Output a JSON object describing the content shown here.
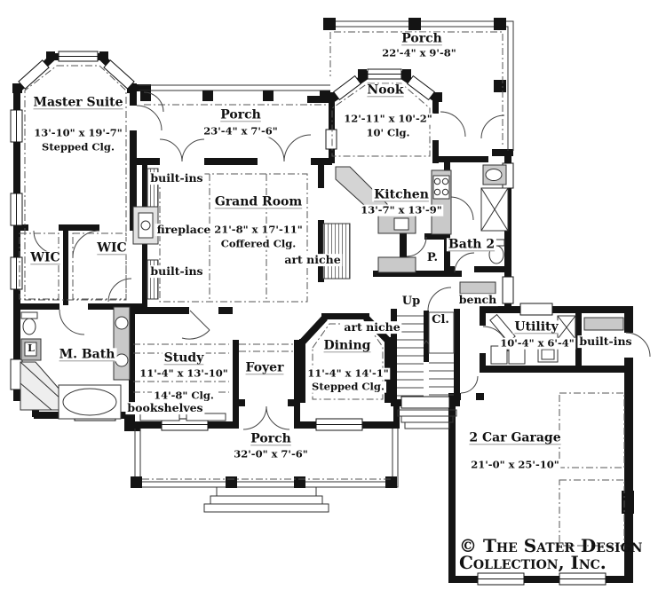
{
  "plan": {
    "title": "Single family house first-floor plan",
    "colors": {
      "ink": "#141414",
      "counter_gray": "#c9c9c9",
      "light_gray": "#e2e2e2"
    },
    "rooms": {
      "master_suite": {
        "name": "Master Suite",
        "dims": "13'-10\" x 19'-7\"",
        "ceiling": "Stepped Clg."
      },
      "porch_top": {
        "name": "Porch",
        "dims": "23'-4\" x 7'-6\""
      },
      "porch_right": {
        "name": "Porch",
        "dims": "22'-4\" x 9'-8\""
      },
      "nook": {
        "name": "Nook",
        "dims": "12'-11\" x 10'-2\"",
        "ceiling": "10' Clg."
      },
      "grand_room": {
        "name": "Grand Room",
        "dims": "21'-8\" x 17'-11\"",
        "ceiling": "Coffered Clg."
      },
      "kitchen": {
        "name": "Kitchen",
        "dims": "13'-7\" x 13'-9\""
      },
      "bath2": {
        "name": "Bath 2"
      },
      "pantry": {
        "name": "P."
      },
      "wic_left": {
        "name": "WIC"
      },
      "wic_right": {
        "name": "WIC"
      },
      "master_bath": {
        "name": "M. Bath"
      },
      "linen": {
        "name": "L"
      },
      "study": {
        "name": "Study",
        "dims": "11'-4\" x 13'-10\"",
        "ceiling": "14'-8\" Clg.",
        "note": "bookshelves"
      },
      "foyer": {
        "name": "Foyer"
      },
      "dining": {
        "name": "Dining",
        "dims": "11'-4\" x 14'-1\"",
        "ceiling": "Stepped Clg."
      },
      "utility": {
        "name": "Utility",
        "dims": "10'-4\" x 6'-4\""
      },
      "garage": {
        "name": "2 Car Garage",
        "dims": "21'-0\" x 25'-10\""
      },
      "porch_bottom": {
        "name": "Porch",
        "dims": "32'-0\" x 7'-6\""
      }
    },
    "annotations": {
      "builtins_grand_top": "built-ins",
      "builtins_grand_bottom": "built-ins",
      "builtins_garage": "built-ins",
      "fireplace": "fireplace",
      "art_niche_grand": "art niche",
      "art_niche_dining": "art niche",
      "stairs_up": "Up",
      "closet": "Cl.",
      "bench": "bench"
    },
    "copyright_line1": "© The Sater Design",
    "copyright_line2": "Collection, Inc."
  }
}
